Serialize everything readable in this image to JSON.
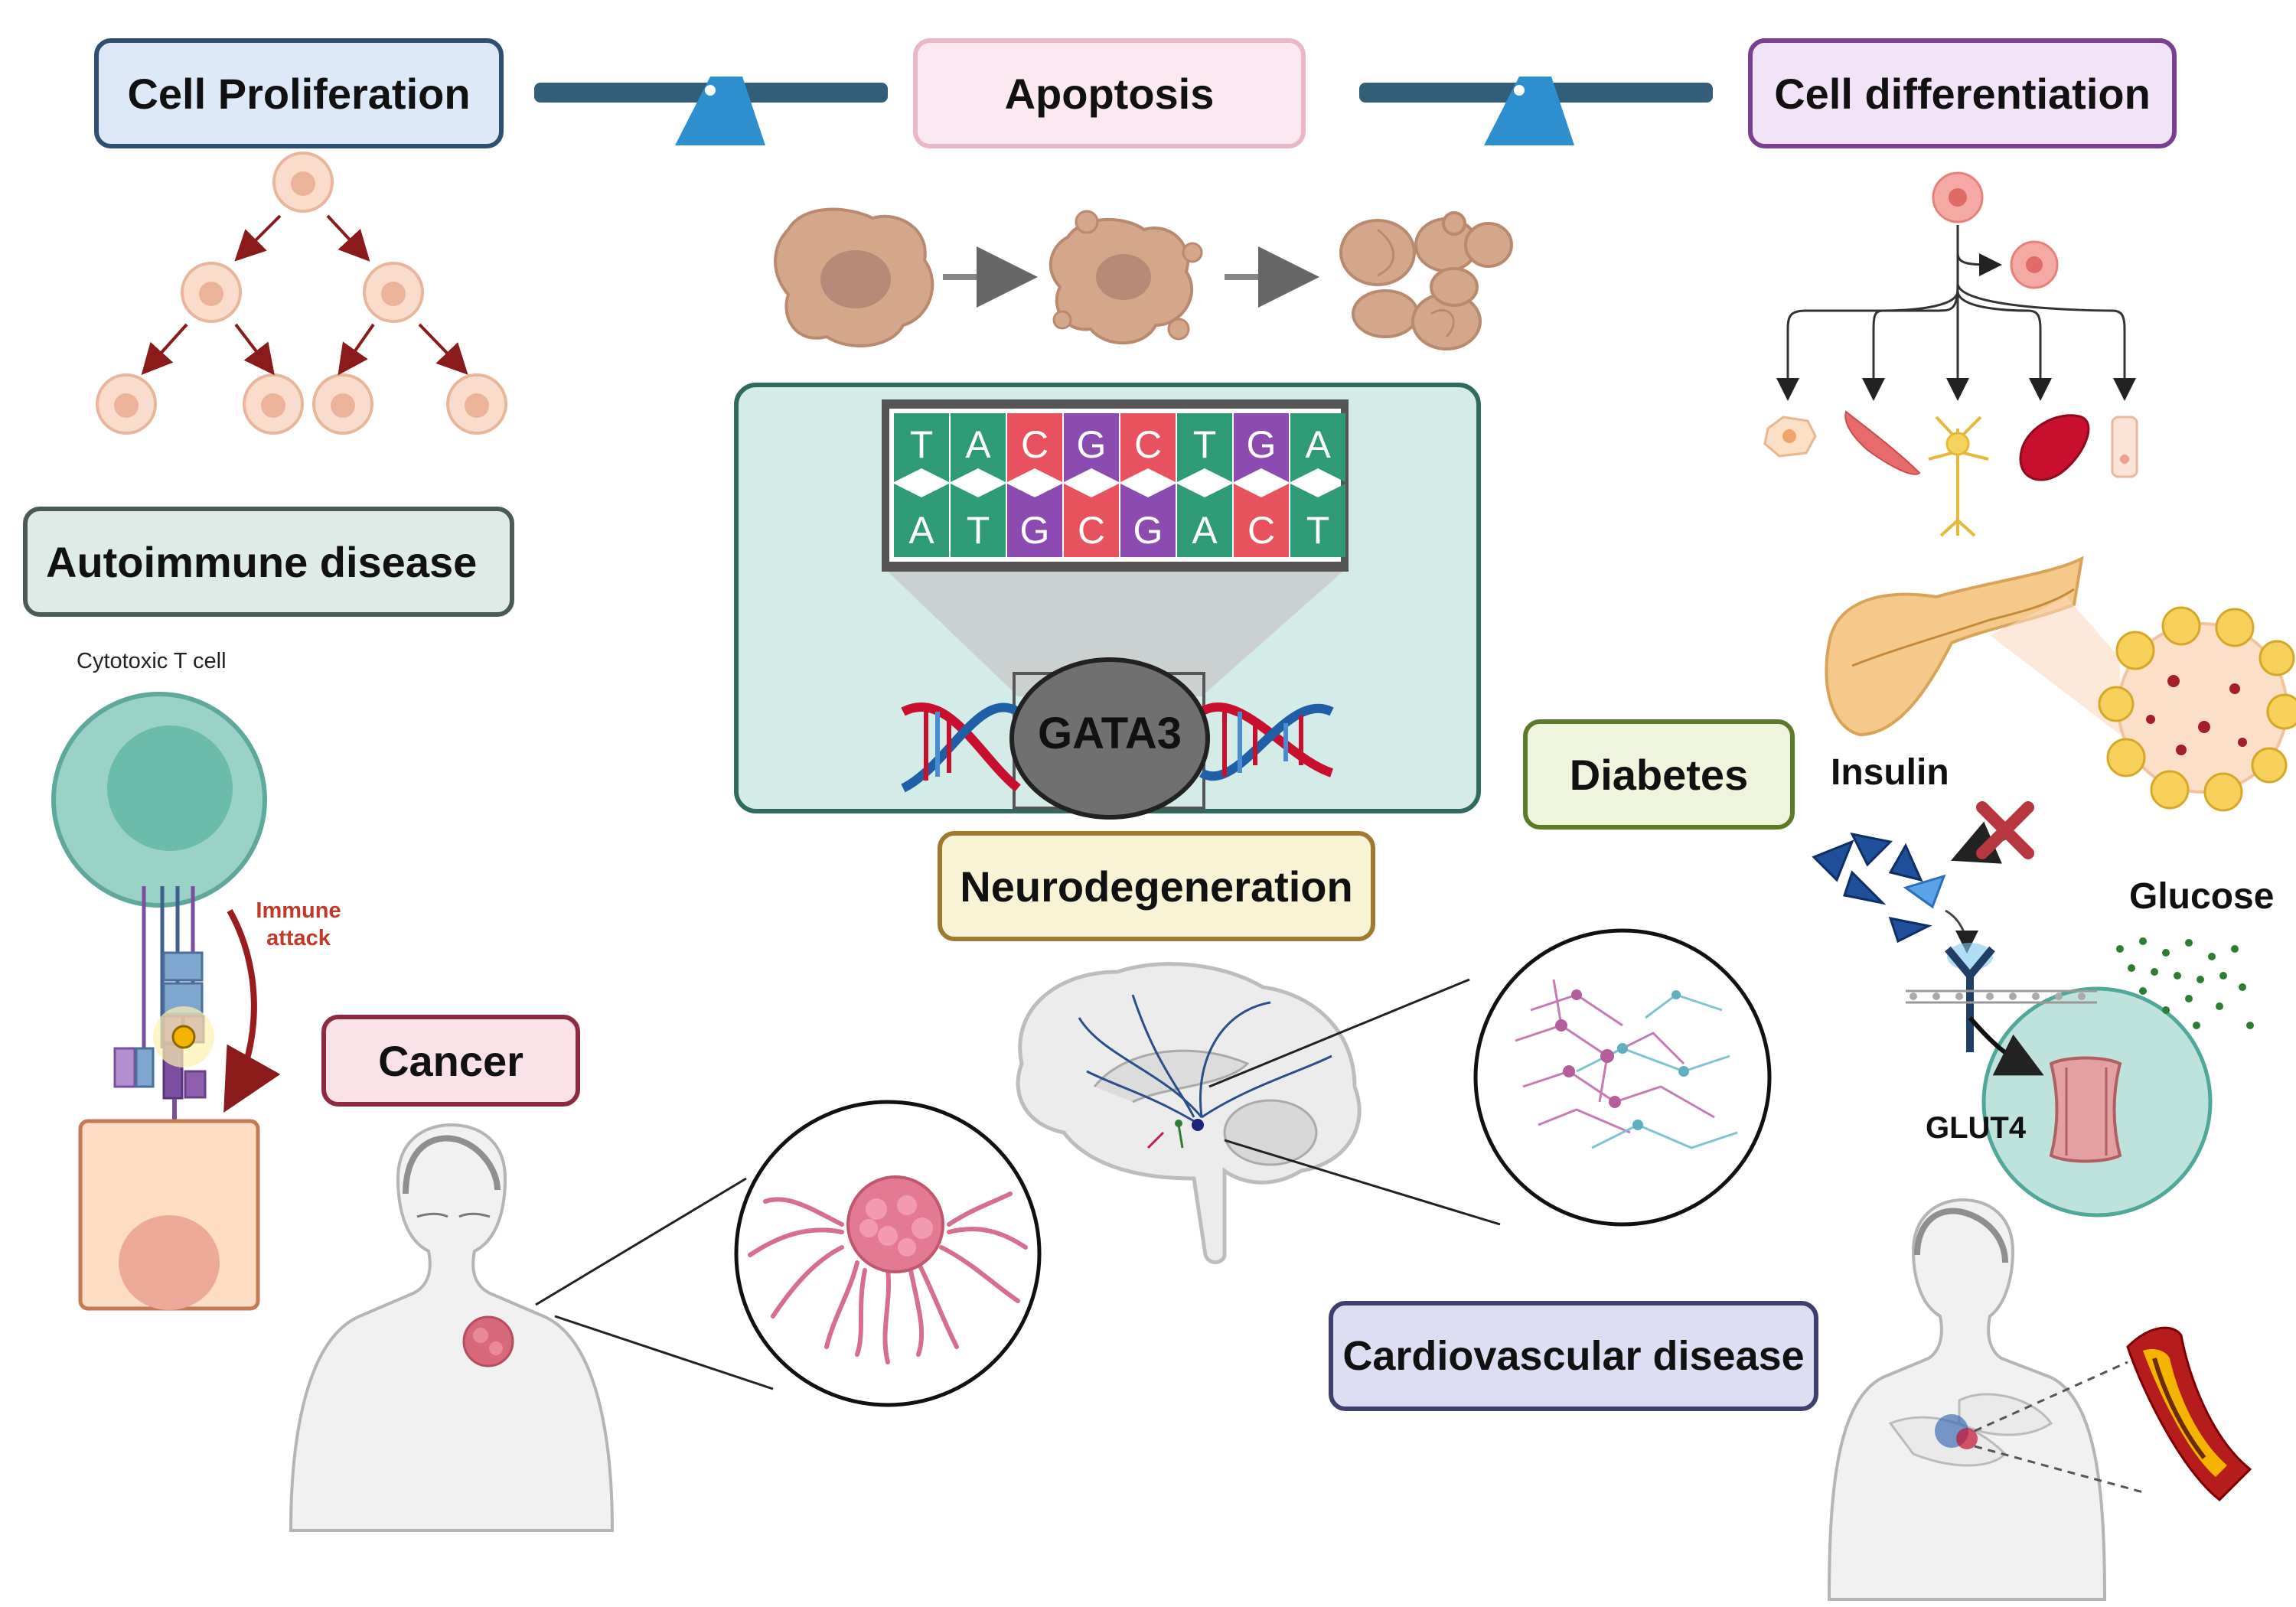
{
  "labels": {
    "cell_proliferation": "Cell Proliferation",
    "apoptosis": "Apoptosis",
    "cell_differentiation": "Cell differentiation",
    "autoimmune_disease": "Autoimmune disease",
    "cytotoxic_t_cell": "Cytotoxic T cell",
    "immune_attack": "Immune attack",
    "cancer": "Cancer",
    "neurodegeneration": "Neurodegeneration",
    "diabetes": "Diabetes",
    "insulin": "Insulin",
    "glucose": "Glucose",
    "glut4": "GLUT4",
    "cardiovascular_disease": "Cardiovascular disease",
    "gata3": "GATA3"
  },
  "dna": {
    "top_bases": [
      "T",
      "A",
      "C",
      "G",
      "C",
      "T",
      "G",
      "A"
    ],
    "bottom_bases": [
      "A",
      "T",
      "G",
      "C",
      "G",
      "A",
      "C",
      "T"
    ]
  },
  "colors": {
    "proliferation_box_bg": "#dde9f8",
    "proliferation_box_border": "#2f4f72",
    "apoptosis_box_bg": "#fce8f0",
    "apoptosis_box_border": "#e9b7c9",
    "differentiation_box_bg": "#f3e3f8",
    "differentiation_box_border": "#7b3f8f",
    "autoimmune_box_bg": "#deebe6",
    "autoimmune_box_border": "#4a5a56",
    "cancer_box_bg": "#fbe2e8",
    "cancer_box_border": "#8e2a3f",
    "neuro_box_bg": "#f7f3d4",
    "neuro_box_border": "#a07a2e",
    "diabetes_box_bg": "#eef5dc",
    "diabetes_box_border": "#5c7a2a",
    "cardio_box_bg": "#ddddf3",
    "cardio_box_border": "#3f3f6e",
    "base_T": "#2e9a76",
    "base_A": "#2e9a76",
    "base_C": "#e8525e",
    "base_G": "#8b4bb0",
    "balance_beam": "#335e78",
    "balance_fulcrum": "#2e8fcf",
    "dna_panel_bg": "#d3ece8",
    "dna_panel_border": "#2e6a5e"
  },
  "icons": [
    "balance-scale-icon",
    "cell-division-tree-icon",
    "apoptotic-cell-icon",
    "dna-helix-icon",
    "t-cell-icon",
    "brain-icon",
    "pancreas-icon",
    "human-body-icon",
    "tumor-icon",
    "neuron-network-icon",
    "insulin-receptor-icon",
    "artery-plaque-icon"
  ]
}
